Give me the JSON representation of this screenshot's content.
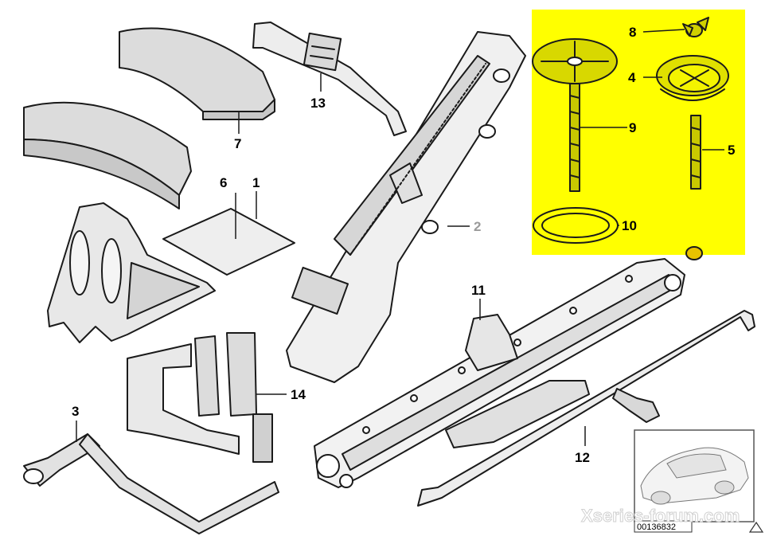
{
  "diagram": {
    "callouts": [
      {
        "id": "c1",
        "label": "1"
      },
      {
        "id": "c2",
        "label": "2",
        "muted": true
      },
      {
        "id": "c3",
        "label": "3"
      },
      {
        "id": "c4",
        "label": "4"
      },
      {
        "id": "c5",
        "label": "5"
      },
      {
        "id": "c6",
        "label": "6"
      },
      {
        "id": "c7",
        "label": "7"
      },
      {
        "id": "c8",
        "label": "8"
      },
      {
        "id": "c9",
        "label": "9"
      },
      {
        "id": "c10",
        "label": "10"
      },
      {
        "id": "c11",
        "label": "11"
      },
      {
        "id": "c12",
        "label": "12"
      },
      {
        "id": "c13",
        "label": "13"
      },
      {
        "id": "c14",
        "label": "14"
      }
    ],
    "highlight_color": "#ffff00",
    "reference_code": "00136832",
    "watermark": "Xseries-forum.com"
  }
}
